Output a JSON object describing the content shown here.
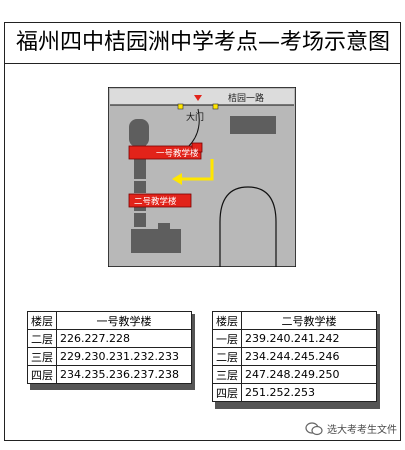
{
  "title": "福州四中桔园洲中学考点—考场示意图",
  "map": {
    "road_label": "桔园一路",
    "gate_label": "大门",
    "building_1_label": "一号教学楼",
    "building_2_label": "二号教学楼",
    "colors": {
      "ground": "#b8b8b8",
      "building": "#5e5e5e",
      "highlight": "#e2231a",
      "road": "#dcdcdc",
      "arrow": "#ffe600"
    }
  },
  "tables": [
    {
      "header": [
        "楼层",
        "一号教学楼"
      ],
      "rows": [
        {
          "floor": "二层",
          "rooms": "226.227.228"
        },
        {
          "floor": "三层",
          "rooms": "229.230.231.232.233"
        },
        {
          "floor": "四层",
          "rooms": "234.235.236.237.238"
        }
      ]
    },
    {
      "header": [
        "楼层",
        "二号教学楼"
      ],
      "rows": [
        {
          "floor": "一层",
          "rooms": "239.240.241.242"
        },
        {
          "floor": "二层",
          "rooms": "234.244.245.246"
        },
        {
          "floor": "三层",
          "rooms": "247.248.249.250"
        },
        {
          "floor": "四层",
          "rooms": "251.252.253"
        }
      ]
    }
  ],
  "watermark": "选大考考生文件"
}
